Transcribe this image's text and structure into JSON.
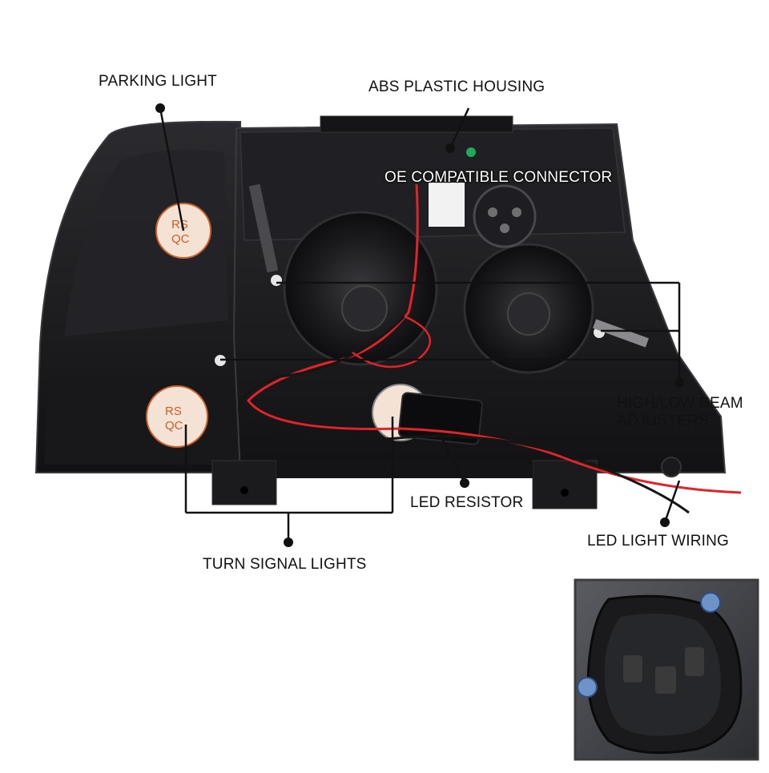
{
  "labels": {
    "parking_light": "PARKING LIGHT",
    "abs_housing": "ABS PLASTIC HOUSING",
    "oe_connector": "OE COMPATIBLE CONNECTOR",
    "beam_adjusters_line1": "HIGH/LOW BEAM",
    "beam_adjusters_line2": "ADJUSTERS",
    "led_resistor": "LED RESISTOR",
    "led_wiring": "LED LIGHT WIRING",
    "turn_signal": "TURN SIGNAL LIGHTS"
  },
  "stamps": {
    "line1": "RS",
    "line2": "QC"
  },
  "colors": {
    "housing": "#1a1a1c",
    "housing_edge": "#3a3a3e",
    "wire_red": "#e0242a",
    "wire_black": "#151515",
    "stamp_bg": "#f4e2d4",
    "stamp_ink": "#c8602c",
    "inset_border": "#3b3b3b"
  },
  "icons": [
    "callout-dot",
    "connector-inset"
  ]
}
